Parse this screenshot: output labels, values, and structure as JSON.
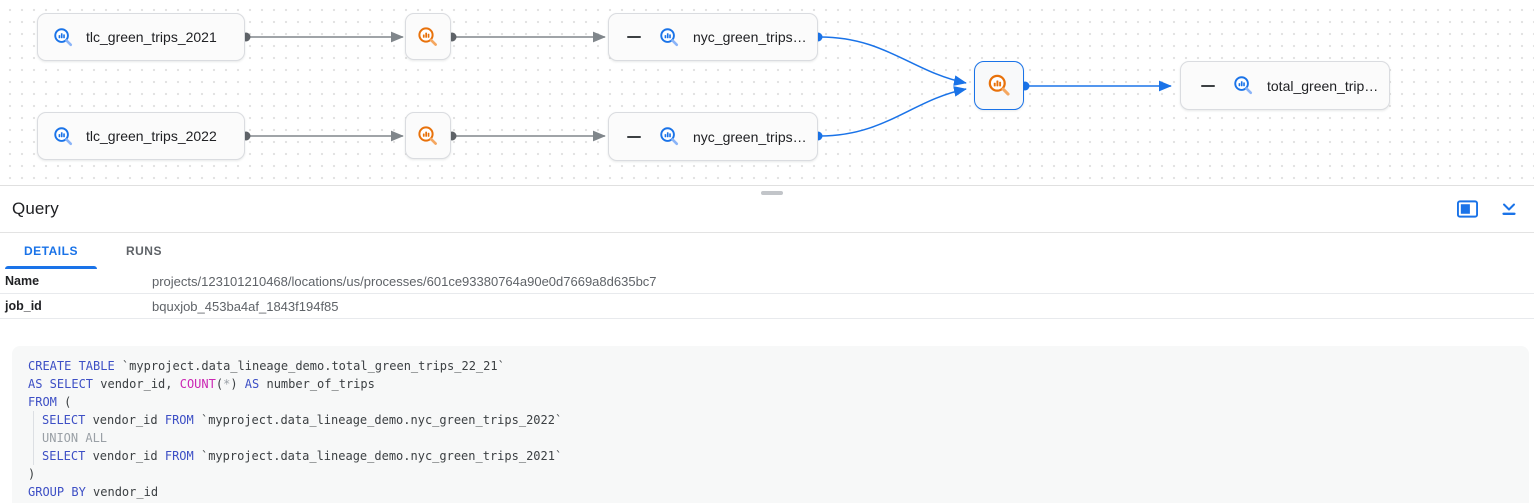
{
  "graph": {
    "nodes": {
      "tlc2021": {
        "label": "tlc_green_trips_2021"
      },
      "tlc2022": {
        "label": "tlc_green_trips_2022"
      },
      "nyc2021": {
        "label": "nyc_green_trips…"
      },
      "nyc2022": {
        "label": "nyc_green_trips…"
      },
      "total": {
        "label": "total_green_trip…"
      }
    },
    "icons": {
      "table_icon": "lineage-table-search-icon",
      "process_icon": "lineage-query-search-icon"
    },
    "colors": {
      "table_icon_blue": "#1a73e8",
      "table_icon_handle": "#8ab4f8",
      "process_icon_orange": "#e8710a",
      "process_icon_handle": "#f5a760",
      "edge_gray": "#80868b",
      "edge_dot_gray": "#5f6368",
      "edge_blue": "#1a73e8",
      "selected_border": "#1a73e8",
      "node_border": "#dadce0"
    }
  },
  "panel": {
    "title": "Query",
    "tabs": [
      {
        "label": "DETAILS",
        "active": true
      },
      {
        "label": "RUNS",
        "active": false
      }
    ],
    "details": [
      {
        "label": "Name",
        "value": "projects/123101210468/locations/us/processes/601ce93380764a90e0d7669a8d635bc7"
      },
      {
        "label": "job_id",
        "value": "bquxjob_453ba4af_1843f194f85"
      }
    ],
    "header_icons": [
      "dock-side-panel-icon",
      "collapse-panel-icon"
    ],
    "accent_color": "#1a73e8"
  },
  "sql": {
    "syntax_colors": {
      "keyword": "#3d4fc5",
      "function": "#cb28b4",
      "muted": "#9aa0a6",
      "identifier": "#3c4043"
    },
    "lines": [
      {
        "indent": false,
        "tokens": [
          [
            "kw",
            "CREATE TABLE"
          ],
          [
            "id",
            " `myproject.data_lineage_demo.total_green_trips_22_21`"
          ]
        ]
      },
      {
        "indent": false,
        "tokens": [
          [
            "kw",
            "AS SELECT"
          ],
          [
            "id",
            " vendor_id, "
          ],
          [
            "fn",
            "COUNT"
          ],
          [
            "id",
            "("
          ],
          [
            "op",
            "*"
          ],
          [
            "id",
            ")"
          ],
          [
            "kw",
            " AS"
          ],
          [
            "id",
            " number_of_trips"
          ]
        ]
      },
      {
        "indent": false,
        "tokens": [
          [
            "kw",
            "FROM"
          ],
          [
            "id",
            " ("
          ]
        ]
      },
      {
        "indent": true,
        "tokens": [
          [
            "kw",
            "SELECT"
          ],
          [
            "id",
            " vendor_id "
          ],
          [
            "kw",
            "FROM"
          ],
          [
            "id",
            " `myproject.data_lineage_demo.nyc_green_trips_2022`"
          ]
        ]
      },
      {
        "indent": true,
        "tokens": [
          [
            "op",
            "UNION ALL"
          ]
        ]
      },
      {
        "indent": true,
        "tokens": [
          [
            "kw",
            "SELECT"
          ],
          [
            "id",
            " vendor_id "
          ],
          [
            "kw",
            "FROM"
          ],
          [
            "id",
            " `myproject.data_lineage_demo.nyc_green_trips_2021`"
          ]
        ]
      },
      {
        "indent": false,
        "tokens": [
          [
            "id",
            ")"
          ]
        ]
      },
      {
        "indent": false,
        "tokens": [
          [
            "kw",
            "GROUP BY"
          ],
          [
            "id",
            " vendor_id"
          ]
        ]
      }
    ]
  }
}
